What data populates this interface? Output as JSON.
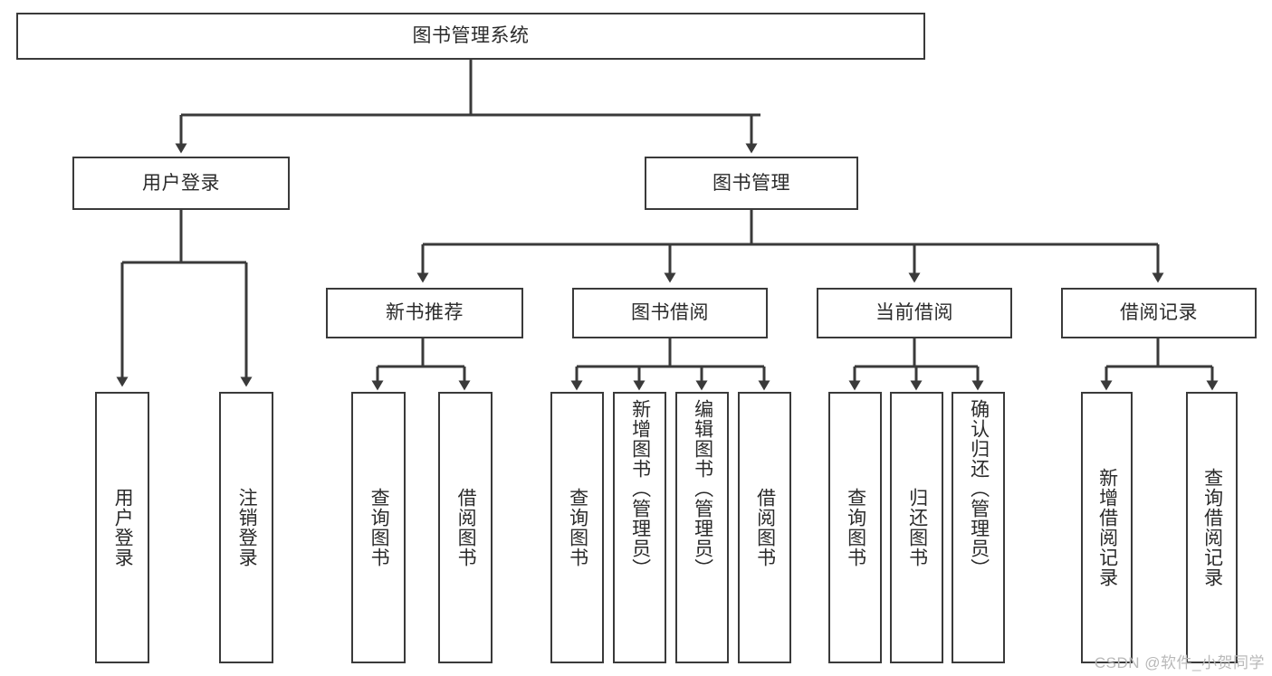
{
  "diagram": {
    "title": "图书管理系统",
    "type": "tree-hierarchy-flowchart",
    "root": {
      "label": "图书管理系统"
    },
    "level2": [
      {
        "label": "用户登录"
      },
      {
        "label": "图书管理"
      }
    ],
    "level3": [
      {
        "label": "新书推荐"
      },
      {
        "label": "图书借阅"
      },
      {
        "label": "当前借阅"
      },
      {
        "label": "借阅记录"
      }
    ],
    "leaves": {
      "user_login": [
        {
          "label": "用户登录"
        },
        {
          "label": "注销登录"
        }
      ],
      "new_book_recommend": [
        {
          "label": "查询图书"
        },
        {
          "label": "借阅图书"
        }
      ],
      "book_borrow": [
        {
          "label": "查询图书"
        },
        {
          "label": "新增图书（管理员）"
        },
        {
          "label": "编辑图书（管理员）"
        },
        {
          "label": "借阅图书"
        }
      ],
      "current_borrow": [
        {
          "label": "查询图书"
        },
        {
          "label": "归还图书"
        },
        {
          "label": "确认归还（管理员）"
        }
      ],
      "borrow_record": [
        {
          "label": "新增借阅记录"
        },
        {
          "label": "查询借阅记录"
        }
      ]
    }
  },
  "watermark": {
    "text": "CSDN @软件_小贺同学"
  },
  "colors": {
    "border": "#3a3a3a",
    "text": "#2b2b2b",
    "background": "#ffffff",
    "watermark": "#b9b9b9"
  }
}
